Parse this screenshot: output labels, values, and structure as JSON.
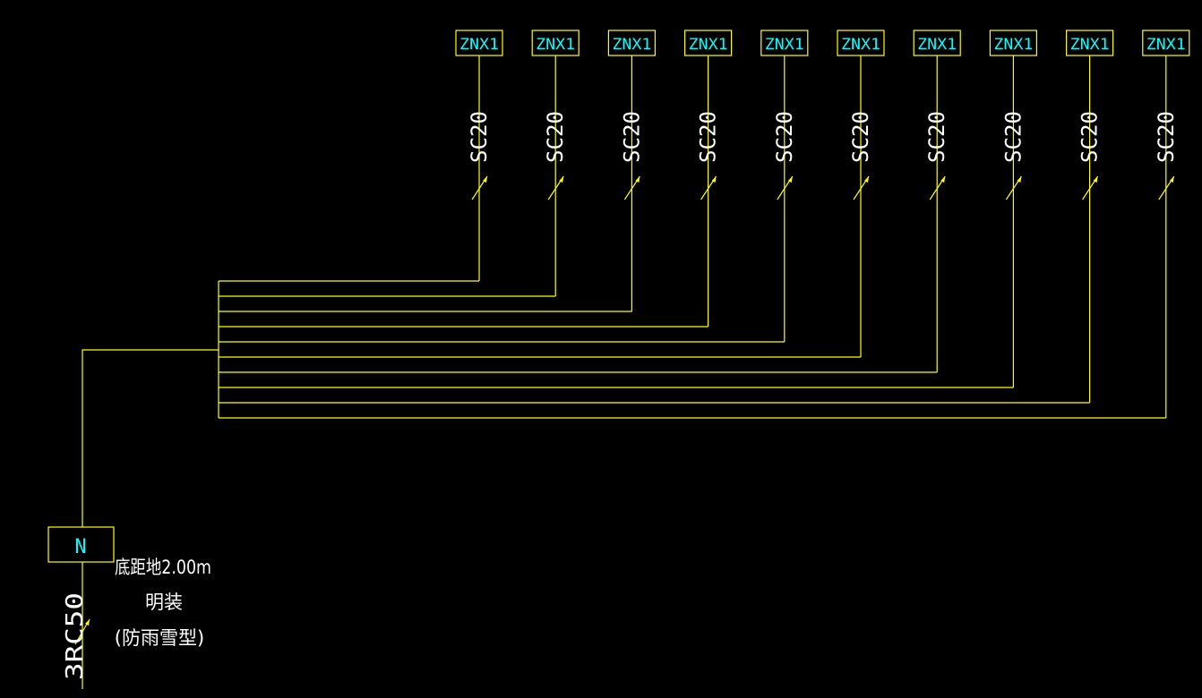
{
  "colors": {
    "background": "#000000",
    "wire": "#ffff00",
    "box": "#ffff00",
    "box_text": "#00ffff",
    "conduit_text": "#ffffff",
    "note_text": "#ffffff",
    "arrow": "#ffff00"
  },
  "devices": [
    {
      "label": "ZNX1",
      "conduit": "SC20"
    },
    {
      "label": "ZNX1",
      "conduit": "SC20"
    },
    {
      "label": "ZNX1",
      "conduit": "SC20"
    },
    {
      "label": "ZNX1",
      "conduit": "SC20"
    },
    {
      "label": "ZNX1",
      "conduit": "SC20"
    },
    {
      "label": "ZNX1",
      "conduit": "SC20"
    },
    {
      "label": "ZNX1",
      "conduit": "SC20"
    },
    {
      "label": "ZNX1",
      "conduit": "SC20"
    },
    {
      "label": "ZNX1",
      "conduit": "SC20"
    },
    {
      "label": "ZNX1",
      "conduit": "SC20"
    }
  ],
  "main_box": {
    "label": "N",
    "conduit": "3RC50",
    "notes": [
      "底距地2.00m",
      "明装",
      "(防雨雪型)"
    ]
  }
}
